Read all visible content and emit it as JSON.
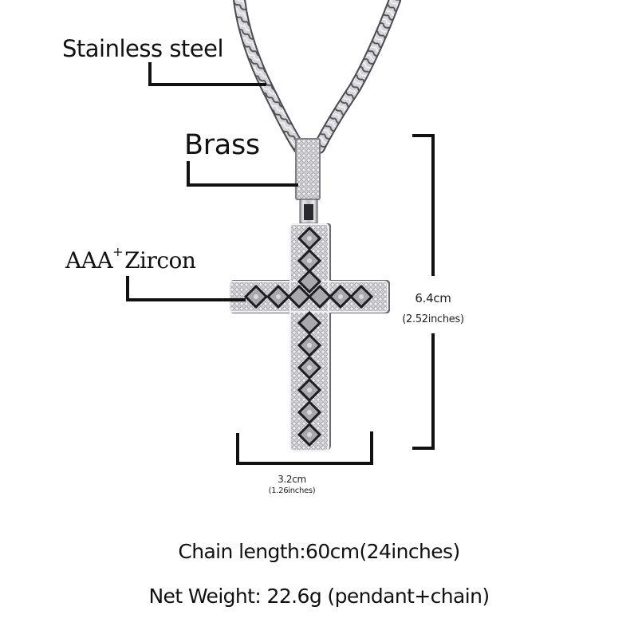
{
  "labels": {
    "chain_material": "Stainless steel",
    "bail_material": "Brass",
    "stone_prefix": "AAA",
    "stone_sup": "+",
    "stone_name": "Zircon"
  },
  "dimensions": {
    "height_cm": "6.4cm",
    "height_in": "(2.52inches)",
    "width_cm": "3.2cm",
    "width_in": "(1.26inches)"
  },
  "specs": {
    "chain_length": "Chain length:60cm(24inches)",
    "net_weight": "Net Weight: 22.6g (pendant+chain)"
  },
  "product": {
    "icon": "cross-pendant-necklace-image",
    "metal_color": "#c8c8cc",
    "shadow_color": "#2a2a2e",
    "line_color": "#111111"
  }
}
